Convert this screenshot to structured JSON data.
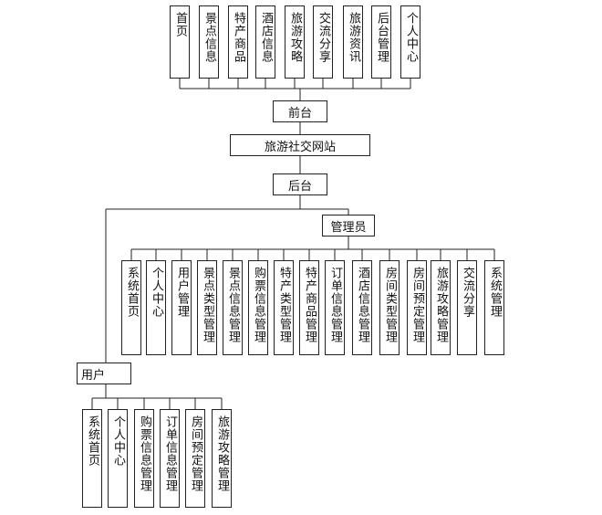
{
  "site": {
    "title": "旅游社交网站"
  },
  "front": {
    "label": "前台",
    "modules": [
      "首页",
      "景点信息",
      "特产商品",
      "酒店信息",
      "旅游攻略",
      "交流分享",
      "旅游资讯",
      "后台管理",
      "个人中心"
    ]
  },
  "back": {
    "label": "后台"
  },
  "admin": {
    "label": "管理员",
    "modules": [
      "系统首页",
      "个人中心",
      "用户管理",
      "景点类型管理",
      "景点信息管理",
      "购票信息管理",
      "特产类型管理",
      "特产商品管理",
      "订单信息管理",
      "酒店信息管理",
      "房间类型管理",
      "房间预定管理",
      "旅游攻略管理",
      "交流分享",
      "系统管理"
    ]
  },
  "user": {
    "label": "用户",
    "modules": [
      "系统首页",
      "个人中心",
      "购票信息管理",
      "订单信息管理",
      "房间预定管理",
      "旅游攻略管理"
    ]
  }
}
